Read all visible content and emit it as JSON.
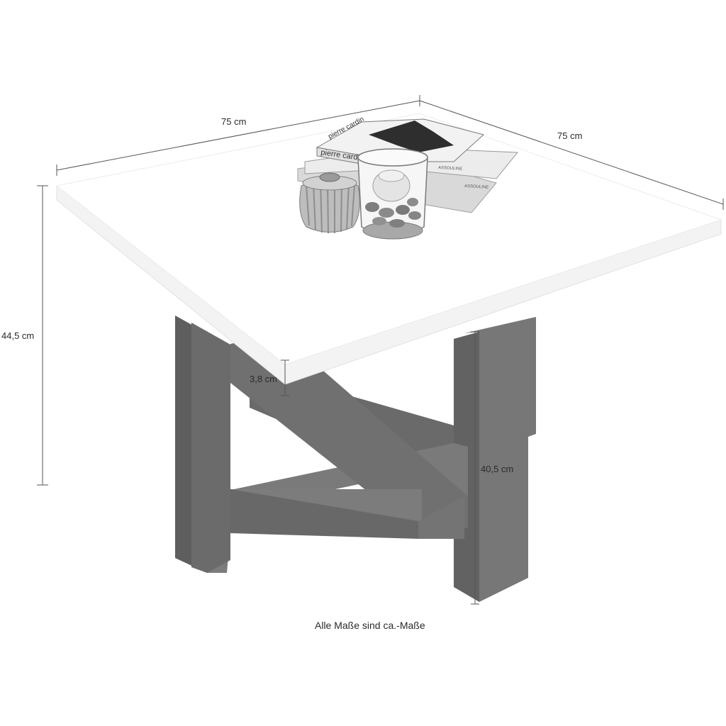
{
  "dimensions": {
    "width": "75 cm",
    "depth": "75 cm",
    "total_height": "44,5 cm",
    "top_thickness": "3,8 cm",
    "leg_height": "40,5 cm"
  },
  "decor_items": {
    "book_top_text": "pierre cardin",
    "book_top_spine": "pierre cardin",
    "book_publisher_1": "ASSOULINE",
    "book_publisher_2": "ASSOULINE"
  },
  "note": "Alle Maße sind ca.-Maße",
  "colors": {
    "tabletop": "#ffffff",
    "tabletop_edge": "#f2f2f2",
    "frame": "#6f6f6f",
    "frame_dark": "#5c5c5c",
    "frame_light": "#858585",
    "dimension_line": "#555555",
    "text": "#2a2a2a"
  }
}
